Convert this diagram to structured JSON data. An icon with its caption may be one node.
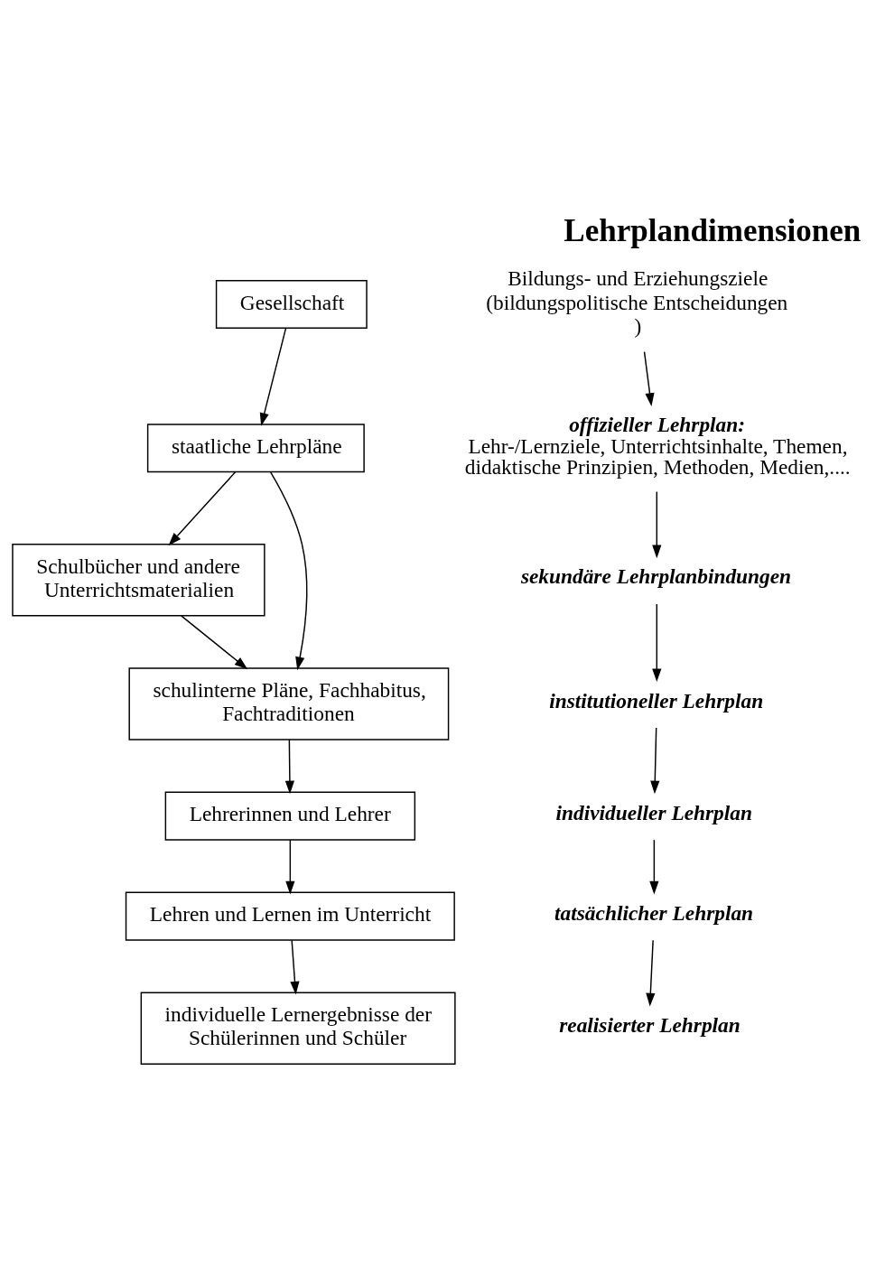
{
  "diagram": {
    "title": "Lehrplandimensionen",
    "nodes": [
      {
        "text": [
          "Gesellschaft"
        ]
      },
      {
        "text": [
          "staatliche Lehrpläne"
        ]
      },
      {
        "text": [
          "Schulbücher und andere Unterrichtsmaterialien"
        ]
      },
      {
        "text": [
          "schulinterne Pläne, Fachhabitus, Fachtraditionen"
        ]
      },
      {
        "text": [
          "Lehrerinnen und Lehrer"
        ]
      },
      {
        "text": [
          "Lehren und Lernen im Unterricht"
        ]
      },
      {
        "text": [
          "individuelle Lernergebnisse der Schülerinnen und Schüler"
        ]
      },
      {
        "text": [
          "Bildungs- und Erziehungsziele (bildungspolitische Entscheidungen )"
        ]
      },
      {
        "text": [
          "offizieller Lehrplan:",
          "Lehr-/Lernziele, Unterrichtsinhalte, Themen, didaktische Prinzipien, Methoden, Medien,...."
        ]
      },
      {
        "text": [
          "sekundäre Lehrplanbindungen"
        ]
      },
      {
        "text": [
          "institutioneller Lehrplan"
        ]
      },
      {
        "text": [
          "individueller Lehrplan"
        ]
      },
      {
        "text": [
          "tatsächlicher Lehrplan"
        ]
      },
      {
        "text": [
          "realisierter Lehrplan"
        ]
      }
    ],
    "edges": [
      {
        "from": 0,
        "to": 1,
        "arrow": "to"
      },
      {
        "from": 1,
        "to": 3,
        "arrow": "to"
      },
      {
        "from": 1,
        "to": 2,
        "arrow": "to"
      },
      {
        "from": 2,
        "to": 3,
        "arrow": "to"
      },
      {
        "from": 3,
        "to": 4,
        "arrow": "to"
      },
      {
        "from": 4,
        "to": 5,
        "arrow": "to"
      },
      {
        "from": 5,
        "to": 6,
        "arrow": "to"
      },
      {
        "from": 7,
        "to": 8,
        "arrow": "to"
      },
      {
        "from": 8,
        "to": 9,
        "arrow": "to"
      },
      {
        "from": 9,
        "to": 10,
        "arrow": "to"
      },
      {
        "from": 10,
        "to": 11,
        "arrow": "to"
      },
      {
        "from": 11,
        "to": 12,
        "arrow": "to"
      },
      {
        "from": 12,
        "to": 13,
        "arrow": "to"
      }
    ]
  }
}
